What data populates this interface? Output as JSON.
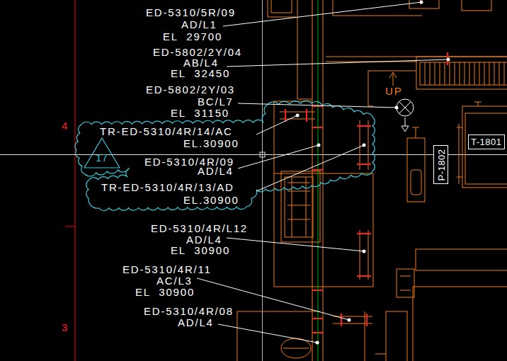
{
  "diagram": {
    "nodes": [
      {
        "text": [
          "17"
        ]
      },
      {
        "text": [
          "T-1801"
        ]
      },
      {
        "text": [
          "P-1802"
        ]
      }
    ],
    "labels": [
      "ED-5310/5R/09",
      "AD/L1",
      "EL  29700",
      "ED-5802/2Y/04",
      "AB/L4",
      "EL  32450",
      "ED-5802/2Y/03",
      "BC/L7",
      "EL  31150",
      "TR-ED-5310/4R/14/AC",
      "EL.30900",
      "ED-5310/4R/09",
      "AD/L4",
      "TR-ED-5310/4R/13/AD",
      "EL.30900",
      "ED-5310/4R/L12",
      "AD/L4",
      "EL  30900",
      "ED-5310/4R/11",
      "AC/L3",
      "EL  30900",
      "ED-5310/4R/08",
      "AD/L4",
      "4",
      "3",
      "UP"
    ]
  }
}
